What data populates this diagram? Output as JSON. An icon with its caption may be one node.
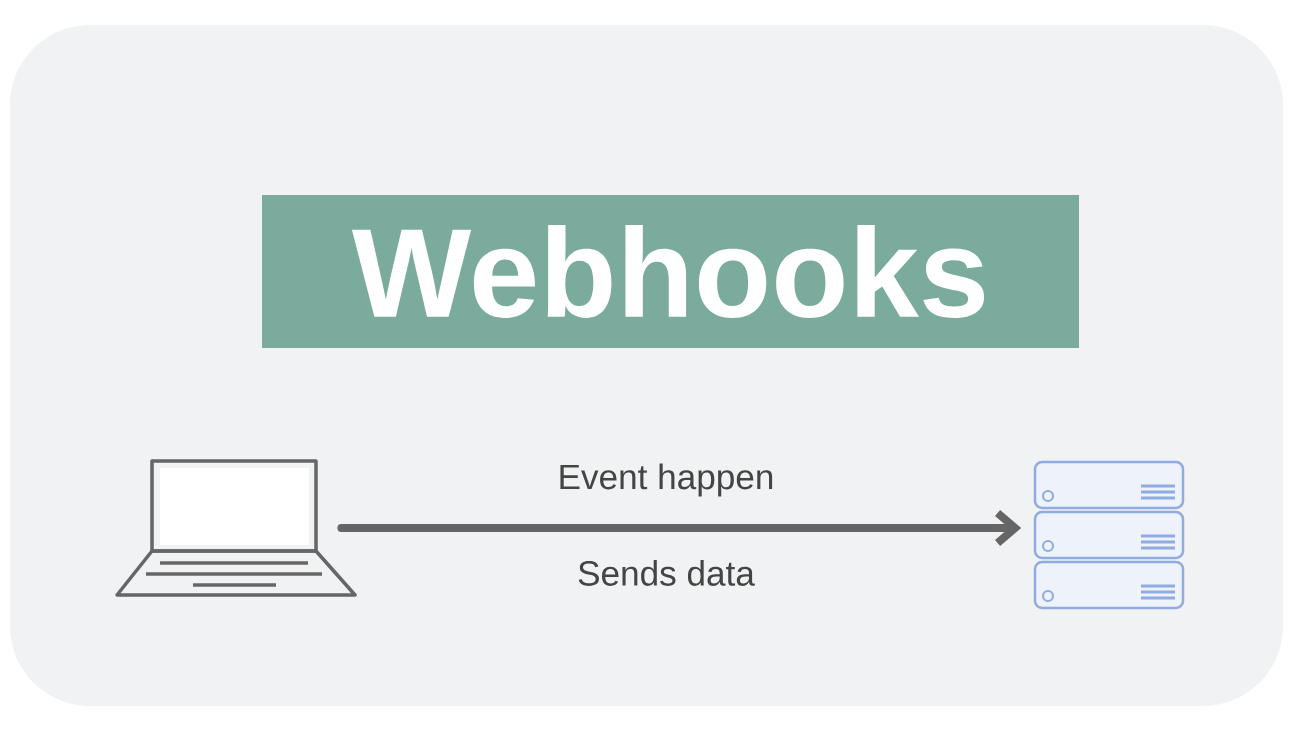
{
  "diagram": {
    "title": "Webhooks",
    "nodes": [
      {
        "text": [],
        "shape": "picture"
      },
      {
        "text": [],
        "shape": "picture"
      }
    ],
    "edges": [
      {
        "from": 0,
        "to": 1,
        "arrow": "to",
        "label": "Event happen"
      }
    ],
    "labels": [
      "Sends data"
    ]
  }
}
